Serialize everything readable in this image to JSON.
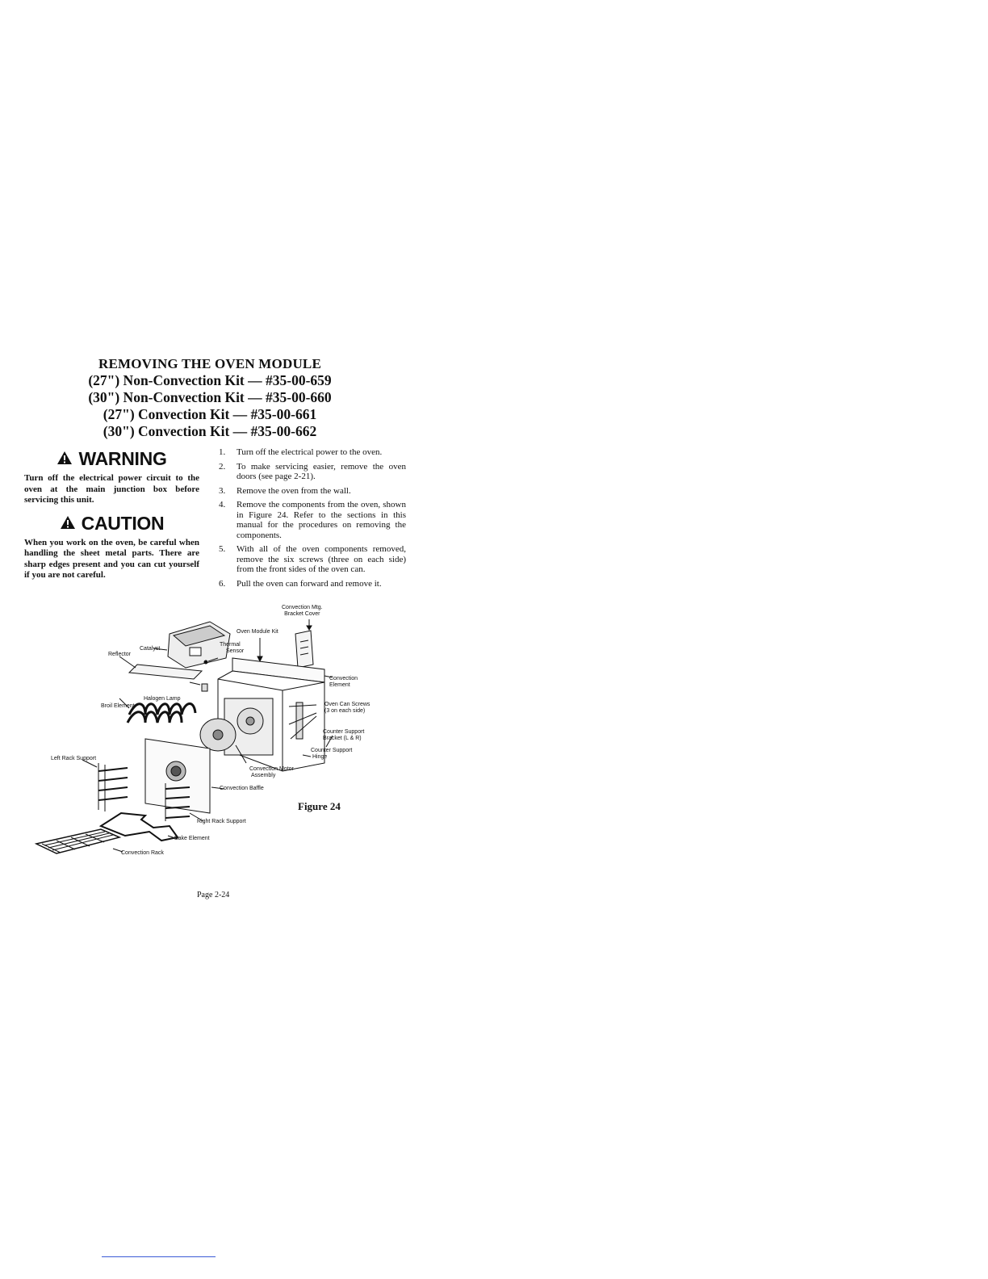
{
  "title": {
    "main": "REMOVING THE OVEN MODULE",
    "kits": [
      "(27\") Non-Convection Kit — #35-00-659",
      "(30\") Non-Convection Kit — #35-00-660",
      "(27\") Convection Kit — #35-00-661",
      "(30\") Convection Kit — #35-00-662"
    ]
  },
  "warning": {
    "icon": "warning-triangle-icon",
    "heading": "WARNING",
    "text": "Turn off the electrical power circuit to the oven at the main junction box before servicing this unit."
  },
  "caution": {
    "icon": "warning-triangle-icon",
    "heading": "CAUTION",
    "text": "When you work on the oven, be careful when handling the sheet metal parts. There are sharp edges present and you can cut yourself if you are not careful."
  },
  "steps": [
    {
      "num": "1.",
      "text": "Turn off the electrical power to the oven."
    },
    {
      "num": "2.",
      "text": "To make servicing easier, remove the oven doors (see page 2-21)."
    },
    {
      "num": "3.",
      "text": "Remove the oven from the wall."
    },
    {
      "num": "4.",
      "text": "Remove the components from the oven, shown in Figure 24. Refer to the sections in this manual for the procedures on removing the components."
    },
    {
      "num": "5.",
      "text": "With all of the oven components removed, remove the six screws (three on each side) from the front sides of the oven can."
    },
    {
      "num": "6.",
      "text": "Pull the oven can forward and remove it."
    }
  ],
  "figure": {
    "caption": "Figure 24",
    "labels": {
      "convection_mtg_1": "Convection Mtg.",
      "convection_mtg_2": "Bracket Cover",
      "oven_module_kit": "Oven Module Kit",
      "thermal_1": "Thermal",
      "thermal_2": "Sensor",
      "catalyst": "Catalyst",
      "reflector": "Reflector",
      "convection_element_1": "Convection",
      "convection_element_2": "Element",
      "halogen_lamp": "Halogen Lamp",
      "broil_element": "Broil Element",
      "oven_can_screws_1": "Oven Can Screws",
      "oven_can_screws_2": "(3 on each side)",
      "counter_bracket_1": "Counter Support",
      "counter_bracket_2": "Bracket (L & R)",
      "counter_hinge_1": "Counter Support",
      "counter_hinge_2": "Hinge",
      "left_rack_support": "Left Rack Support",
      "convection_motor_1": "Convection Motor",
      "convection_motor_2": "Assembly",
      "convection_baffle": "Convection Baffle",
      "right_rack_support": "Right Rack Support",
      "bake_element": "Bake Element",
      "convection_rack": "Convection Rack"
    }
  },
  "page_number": "Page 2-24"
}
